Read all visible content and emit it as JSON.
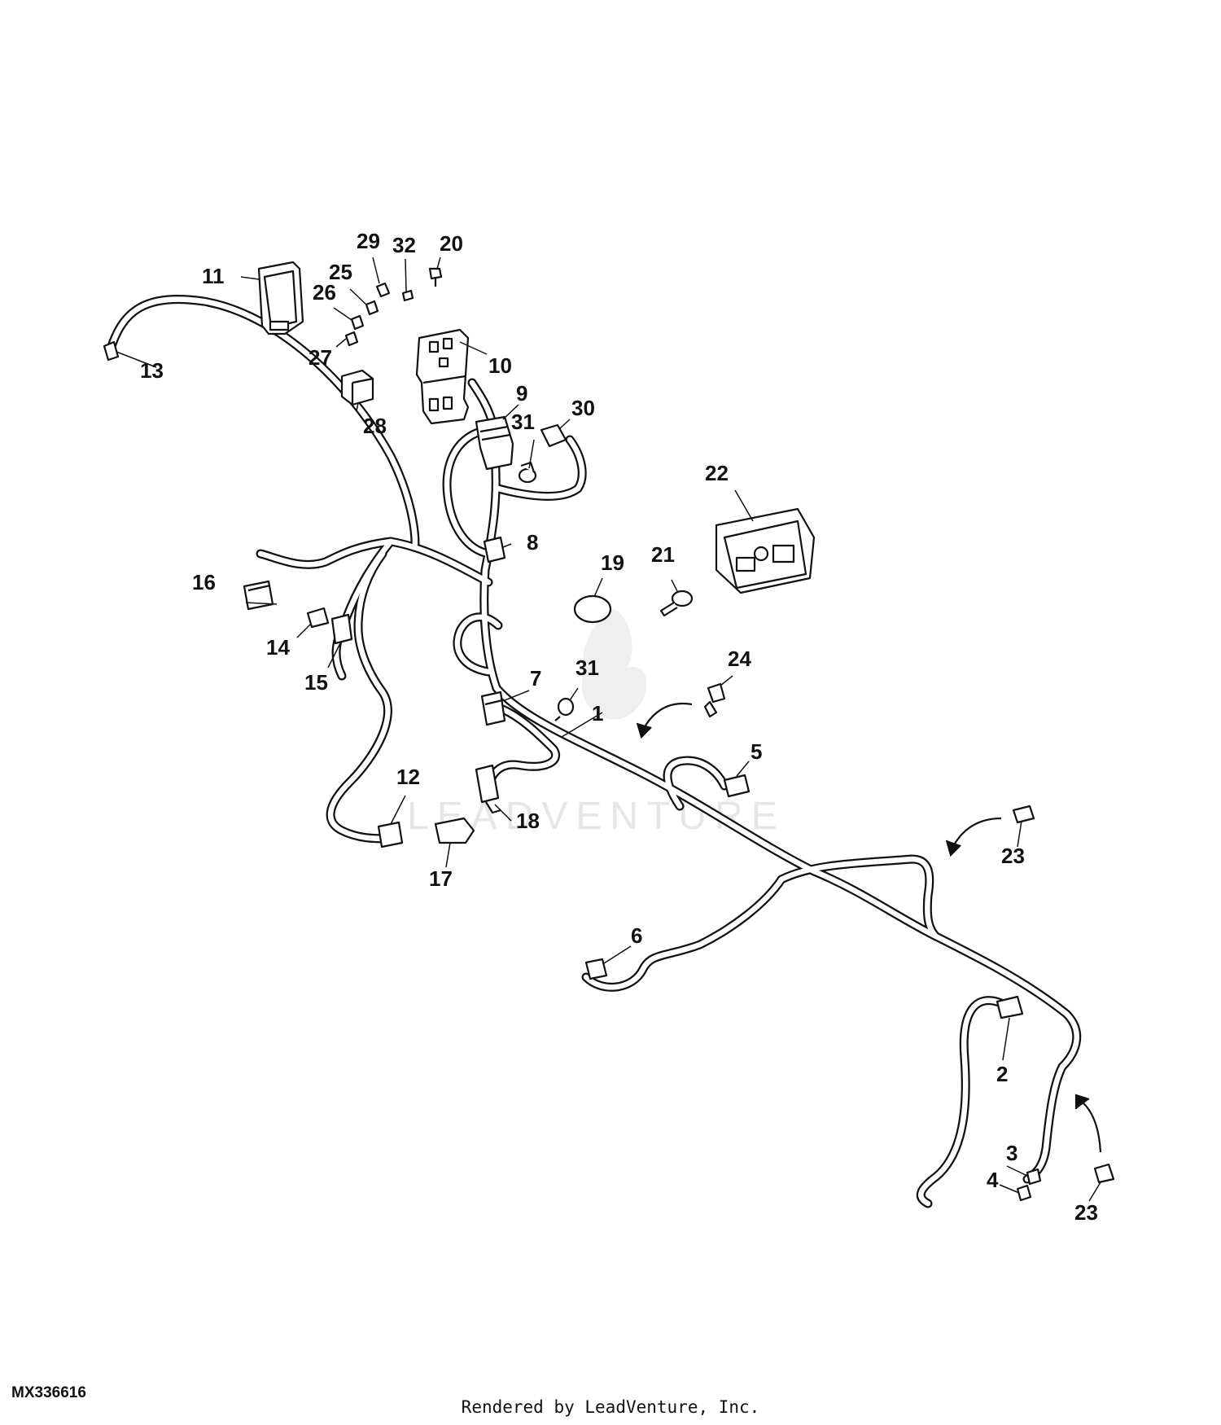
{
  "diagram_id": "MX336616",
  "render_credit": "Rendered by LeadVenture, Inc.",
  "watermark": "LEADVENTURE",
  "colors": {
    "line": "#111111",
    "fill": "#ffffff",
    "watermark": "#e6e6e6"
  },
  "callouts": [
    {
      "id": "c1",
      "text": "1"
    },
    {
      "id": "c2",
      "text": "2"
    },
    {
      "id": "c3",
      "text": "3"
    },
    {
      "id": "c4",
      "text": "4"
    },
    {
      "id": "c5",
      "text": "5"
    },
    {
      "id": "c6",
      "text": "6"
    },
    {
      "id": "c7",
      "text": "7"
    },
    {
      "id": "c8",
      "text": "8"
    },
    {
      "id": "c9",
      "text": "9"
    },
    {
      "id": "c10",
      "text": "10"
    },
    {
      "id": "c11",
      "text": "11"
    },
    {
      "id": "c12",
      "text": "12"
    },
    {
      "id": "c13",
      "text": "13"
    },
    {
      "id": "c14",
      "text": "14"
    },
    {
      "id": "c15",
      "text": "15"
    },
    {
      "id": "c16",
      "text": "16"
    },
    {
      "id": "c17",
      "text": "17"
    },
    {
      "id": "c18",
      "text": "18"
    },
    {
      "id": "c19",
      "text": "19"
    },
    {
      "id": "c20",
      "text": "20"
    },
    {
      "id": "c21",
      "text": "21"
    },
    {
      "id": "c22",
      "text": "22"
    },
    {
      "id": "c23a",
      "text": "23"
    },
    {
      "id": "c23b",
      "text": "23"
    },
    {
      "id": "c24",
      "text": "24"
    },
    {
      "id": "c25",
      "text": "25"
    },
    {
      "id": "c26",
      "text": "26"
    },
    {
      "id": "c27",
      "text": "27"
    },
    {
      "id": "c28",
      "text": "28"
    },
    {
      "id": "c29",
      "text": "29"
    },
    {
      "id": "c30",
      "text": "30"
    },
    {
      "id": "c31a",
      "text": "31"
    },
    {
      "id": "c31b",
      "text": "31"
    },
    {
      "id": "c32",
      "text": "32"
    }
  ]
}
